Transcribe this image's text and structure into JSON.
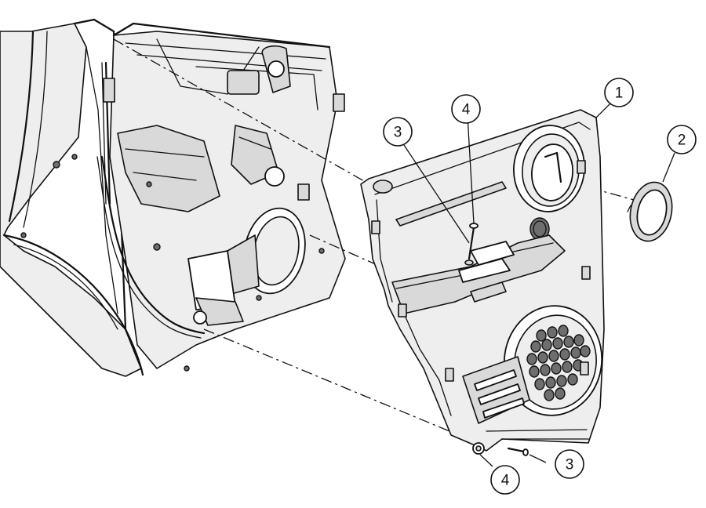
{
  "callouts": [
    {
      "id": "callout-1",
      "label": "1"
    },
    {
      "id": "callout-2",
      "label": "2"
    },
    {
      "id": "callout-3-upper",
      "label": "3"
    },
    {
      "id": "callout-4-upper",
      "label": "4"
    },
    {
      "id": "callout-3-lower",
      "label": "3"
    },
    {
      "id": "callout-4-lower",
      "label": "4"
    }
  ]
}
